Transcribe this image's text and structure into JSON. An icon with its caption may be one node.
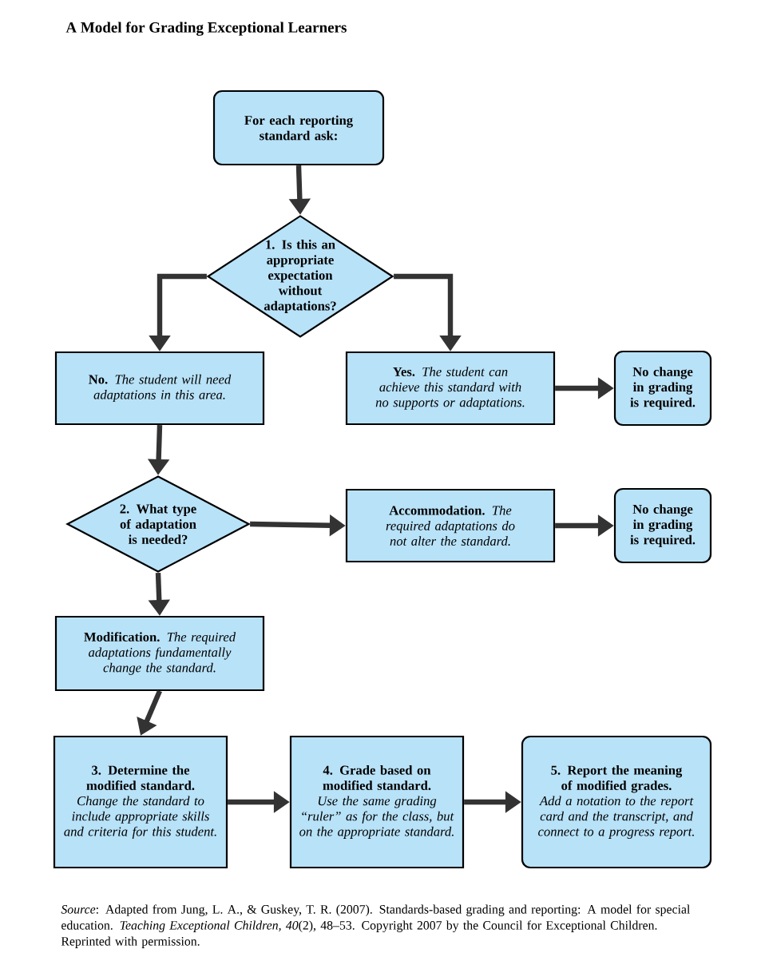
{
  "diagram": {
    "title": "A Model for Grading Exceptional Learners",
    "caption": "*Source*: Adapted from Jung, L. A., & Guskey, T. R. (2007). Standards-based grading and reporting: A model for special education. *Teaching Exceptional Children, 40*(2), 48–53. Copyright 2007 by the Council for Exceptional Children. Reprinted with permission.",
    "nodes": [
      {
        "text": [
          "For each reporting standard ask:"
        ]
      },
      {
        "text": [
          "1. Is this an appropriate expectation without adaptations?"
        ]
      },
      {
        "text": [
          "No.",
          "The student will need adaptations in this area."
        ]
      },
      {
        "text": [
          "Yes.",
          "The student can achieve this standard with no supports or adaptations."
        ]
      },
      {
        "text": [
          "No change in grading is required."
        ]
      },
      {
        "text": [
          "2. What type of adaptation is needed?"
        ]
      },
      {
        "text": [
          "Accommodation.",
          "The required adaptations do not alter the standard."
        ]
      },
      {
        "text": [
          "No change in grading is required."
        ]
      },
      {
        "text": [
          "Modification.",
          "The required adaptations fundamentally change the standard."
        ]
      },
      {
        "text": [
          "3. Determine the modified standard.",
          "Change the standard to include appropriate skills and criteria for this student."
        ]
      },
      {
        "text": [
          "4. Grade based on modified standard.",
          "Use the same grading “ruler” as for the class, but on the appropriate standard."
        ]
      },
      {
        "text": [
          "5. Report the meaning of modified grades.",
          "Add a notation to the report card and the transcript, and connect to a progress report."
        ]
      }
    ],
    "edges": [
      {
        "from": 0,
        "to": 1,
        "arrow": "to"
      },
      {
        "from": 1,
        "to": 2,
        "arrow": "to"
      },
      {
        "from": 1,
        "to": 3,
        "arrow": "to"
      },
      {
        "from": 3,
        "to": 4,
        "arrow": "to"
      },
      {
        "from": 2,
        "to": 5,
        "arrow": "to"
      },
      {
        "from": 5,
        "to": 6,
        "arrow": "to"
      },
      {
        "from": 6,
        "to": 7,
        "arrow": "to"
      },
      {
        "from": 5,
        "to": 8,
        "arrow": "to"
      },
      {
        "from": 8,
        "to": 9,
        "arrow": "to"
      },
      {
        "from": 9,
        "to": 10,
        "arrow": "to"
      },
      {
        "from": 10,
        "to": 11,
        "arrow": "to"
      }
    ]
  }
}
